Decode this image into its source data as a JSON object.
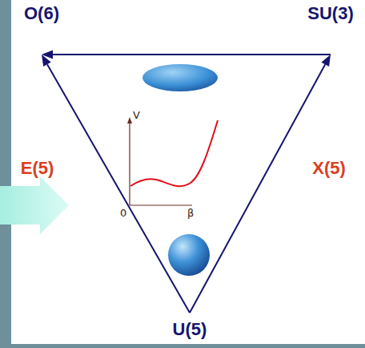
{
  "diagram": {
    "nodes": [
      {
        "text": [
          "O(6)"
        ]
      },
      {
        "text": [
          "SU(3)"
        ]
      },
      {
        "text": [
          "U(5)"
        ]
      }
    ],
    "edges": [
      {
        "from": 2,
        "to": 0,
        "arrow": "to",
        "label": "E(5)"
      },
      {
        "from": 2,
        "to": 1,
        "arrow": "to",
        "label": "X(5)"
      },
      {
        "from": 1,
        "to": 0,
        "arrow": "to"
      }
    ],
    "labels": [
      "V",
      "0",
      "β"
    ]
  }
}
